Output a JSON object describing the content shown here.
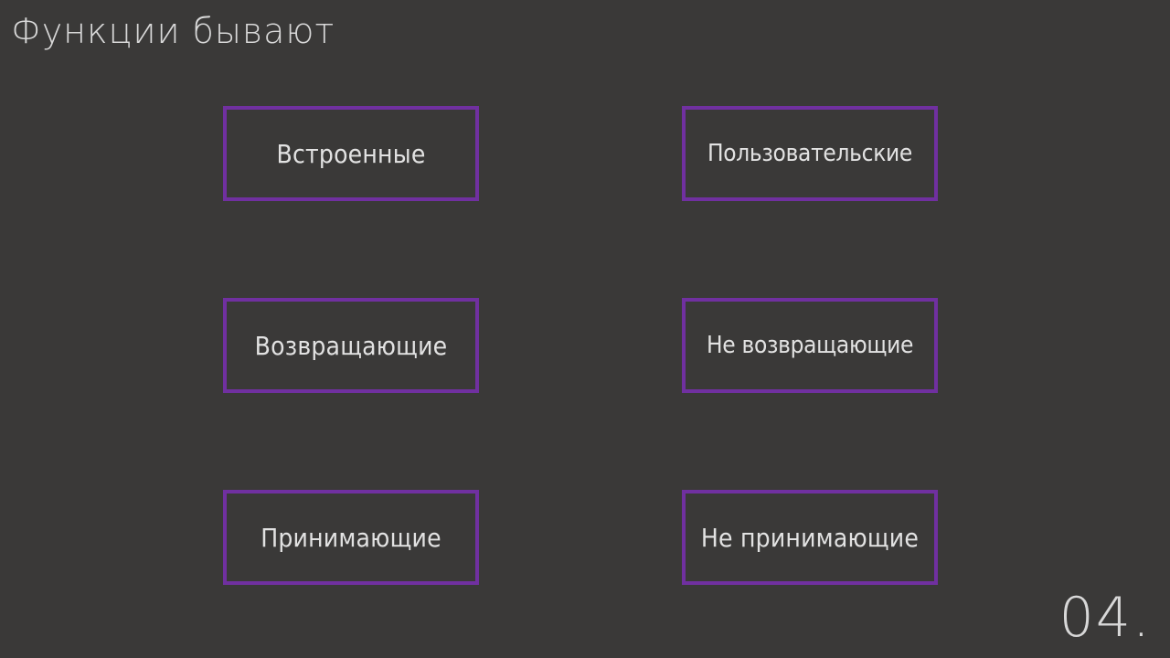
{
  "slide": {
    "title": "Функции бывают",
    "number": "04."
  },
  "boxes": {
    "builtin": "Встроенные",
    "user_defined": "Пользовательские",
    "returning": "Возвращающие",
    "non_returning": "Не возвращающие",
    "accepting": "Принимающие",
    "non_accepting": "Не принимающие"
  },
  "colors": {
    "background": "#3a3938",
    "border": "#7030a0",
    "text": "#e2e2e2"
  }
}
